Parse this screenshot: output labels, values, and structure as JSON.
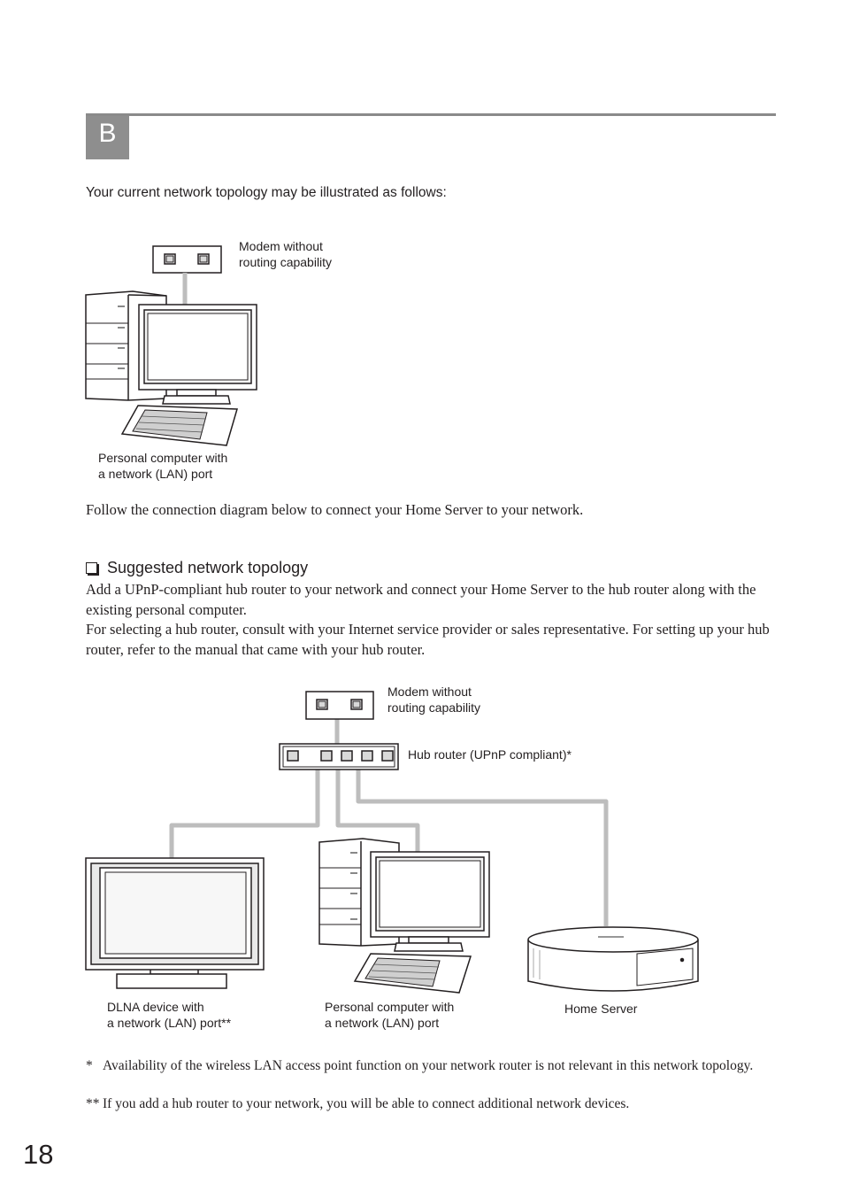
{
  "section": {
    "badge": "B"
  },
  "intro": "Your current network topology may be illustrated as follows:",
  "diagram1": {
    "modem_label": "Modem without\nrouting capability",
    "pc_label": "Personal computer with\na network (LAN) port"
  },
  "follow_text": "Follow the connection diagram below to connect your Home Server to your network.",
  "suggested": {
    "heading": "Suggested network topology",
    "para1": "Add a UPnP-compliant hub router to your network and connect your Home Server to the hub router along with the existing personal computer.",
    "para2": "For selecting a hub router, consult with your Internet service provider or sales representative. For setting up your hub router, refer to the manual that came with your hub router."
  },
  "diagram2": {
    "modem_label": "Modem without\nrouting capability",
    "hub_label": "Hub router (UPnP compliant)*",
    "dlna_label": "DLNA device with\na network (LAN) port**",
    "pc_label": "Personal computer with\na network (LAN) port",
    "server_label": "Home Server"
  },
  "footnotes": [
    {
      "mark": "*",
      "text": "Availability of the wireless LAN access point function on your network router is not relevant in this network topology."
    },
    {
      "mark": "**",
      "text": "If you add a hub router to your network, you will be able to connect additional network devices."
    }
  ],
  "page_number": "18"
}
